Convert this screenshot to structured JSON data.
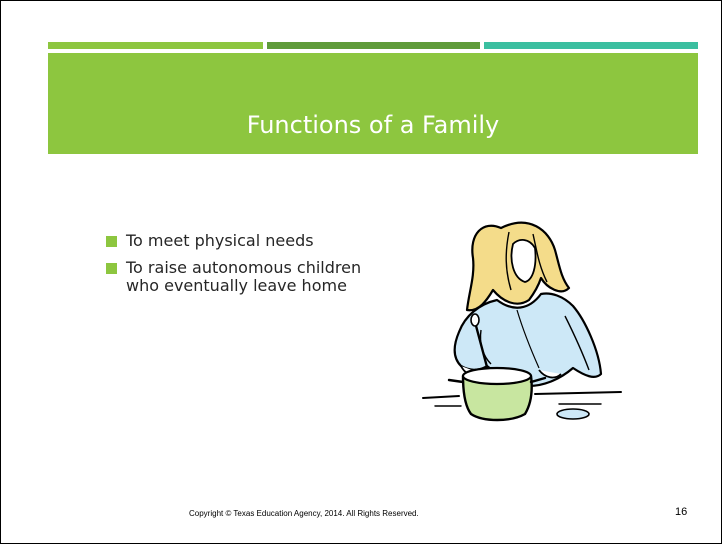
{
  "slide": {
    "title": "Functions of a Family",
    "bullets": [
      "To meet physical needs",
      "To raise autonomous children who eventually leave home"
    ],
    "footer": "Copyright © Texas Education Agency, 2014. All Rights Reserved.",
    "page_number": "16",
    "illustration": "clipart-woman-stirring-pot-icon"
  },
  "colors": {
    "title_band": "#8dc63f",
    "accent_light_green": "#8dc63f",
    "accent_dark_green": "#5f9b3a",
    "accent_teal": "#3bbfa0",
    "bullet_marker": "#8dc63f",
    "text": "#262626"
  }
}
